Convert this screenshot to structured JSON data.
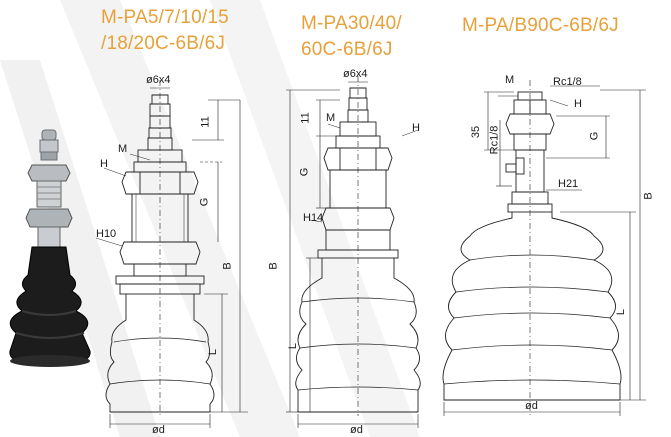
{
  "models": [
    {
      "title_line1": "M-PA5/7/10/15",
      "title_line2": "/18/20C-6B/6J",
      "labels": {
        "hose": "ø6x4",
        "thread": "11",
        "m": "M",
        "h": "H",
        "g": "G",
        "h10": "H10",
        "b": "B",
        "l": "L",
        "od": "ød"
      }
    },
    {
      "title_line1": "M-PA30/40/",
      "title_line2": "60C-6B/6J",
      "labels": {
        "hose": "ø6x4",
        "thread": "11",
        "m": "M",
        "h": "H",
        "g": "G",
        "h14": "H14",
        "b": "B",
        "l": "L",
        "od": "ød"
      }
    },
    {
      "title_line1": "M-PA/B90C-6B/6J",
      "labels": {
        "m": "M",
        "rc_top": "Rc1/8",
        "h": "H",
        "dim35": "35",
        "rc_side": "Rc1/8",
        "g": "G",
        "h21": "H21",
        "b": "B",
        "l": "L",
        "od": "ød"
      }
    }
  ],
  "colors": {
    "title": "#e8a13a",
    "line": "#222222",
    "photo_cup": "#1c1c1c",
    "photo_metal": "#b8bcc0"
  }
}
